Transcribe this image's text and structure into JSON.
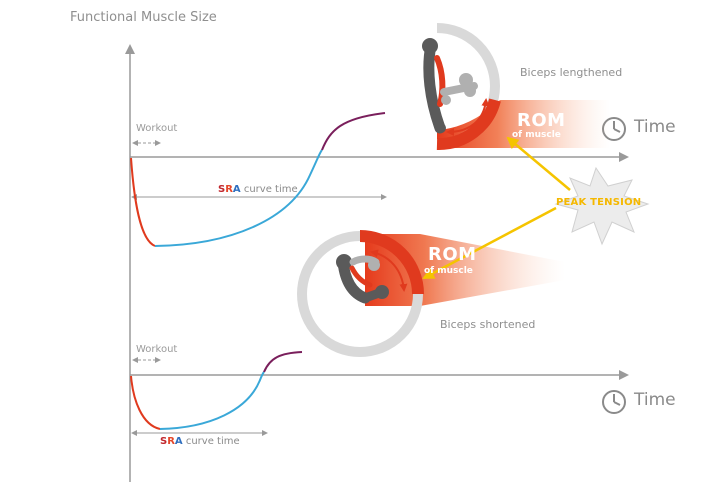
{
  "y_axis_label": "Functional Muscle Size",
  "workout_label": "Workout",
  "sra_label": {
    "s": "S",
    "r": "R",
    "a": "A",
    "rest": " curve time"
  },
  "time_label": "Time",
  "rom_label": "ROM",
  "of_muscle_label": "of muscle",
  "biceps_lengthened_label": "Biceps lengthened",
  "biceps_shortened_label": "Biceps shortened",
  "peak_tension_label": "PEAK TENSION",
  "colors": {
    "axis": "#9a9a9a",
    "stimulus": "#e03a1e",
    "recovery": "#3aa8d8",
    "adaptation": "#7a1f5c",
    "peak": "#f5c400",
    "arm": "#5a5a5a",
    "bone": "#b0b0b0"
  },
  "icons": [
    "clock-icon",
    "biceps-lengthened-figure",
    "biceps-shortened-figure",
    "peak-tension-burst"
  ]
}
